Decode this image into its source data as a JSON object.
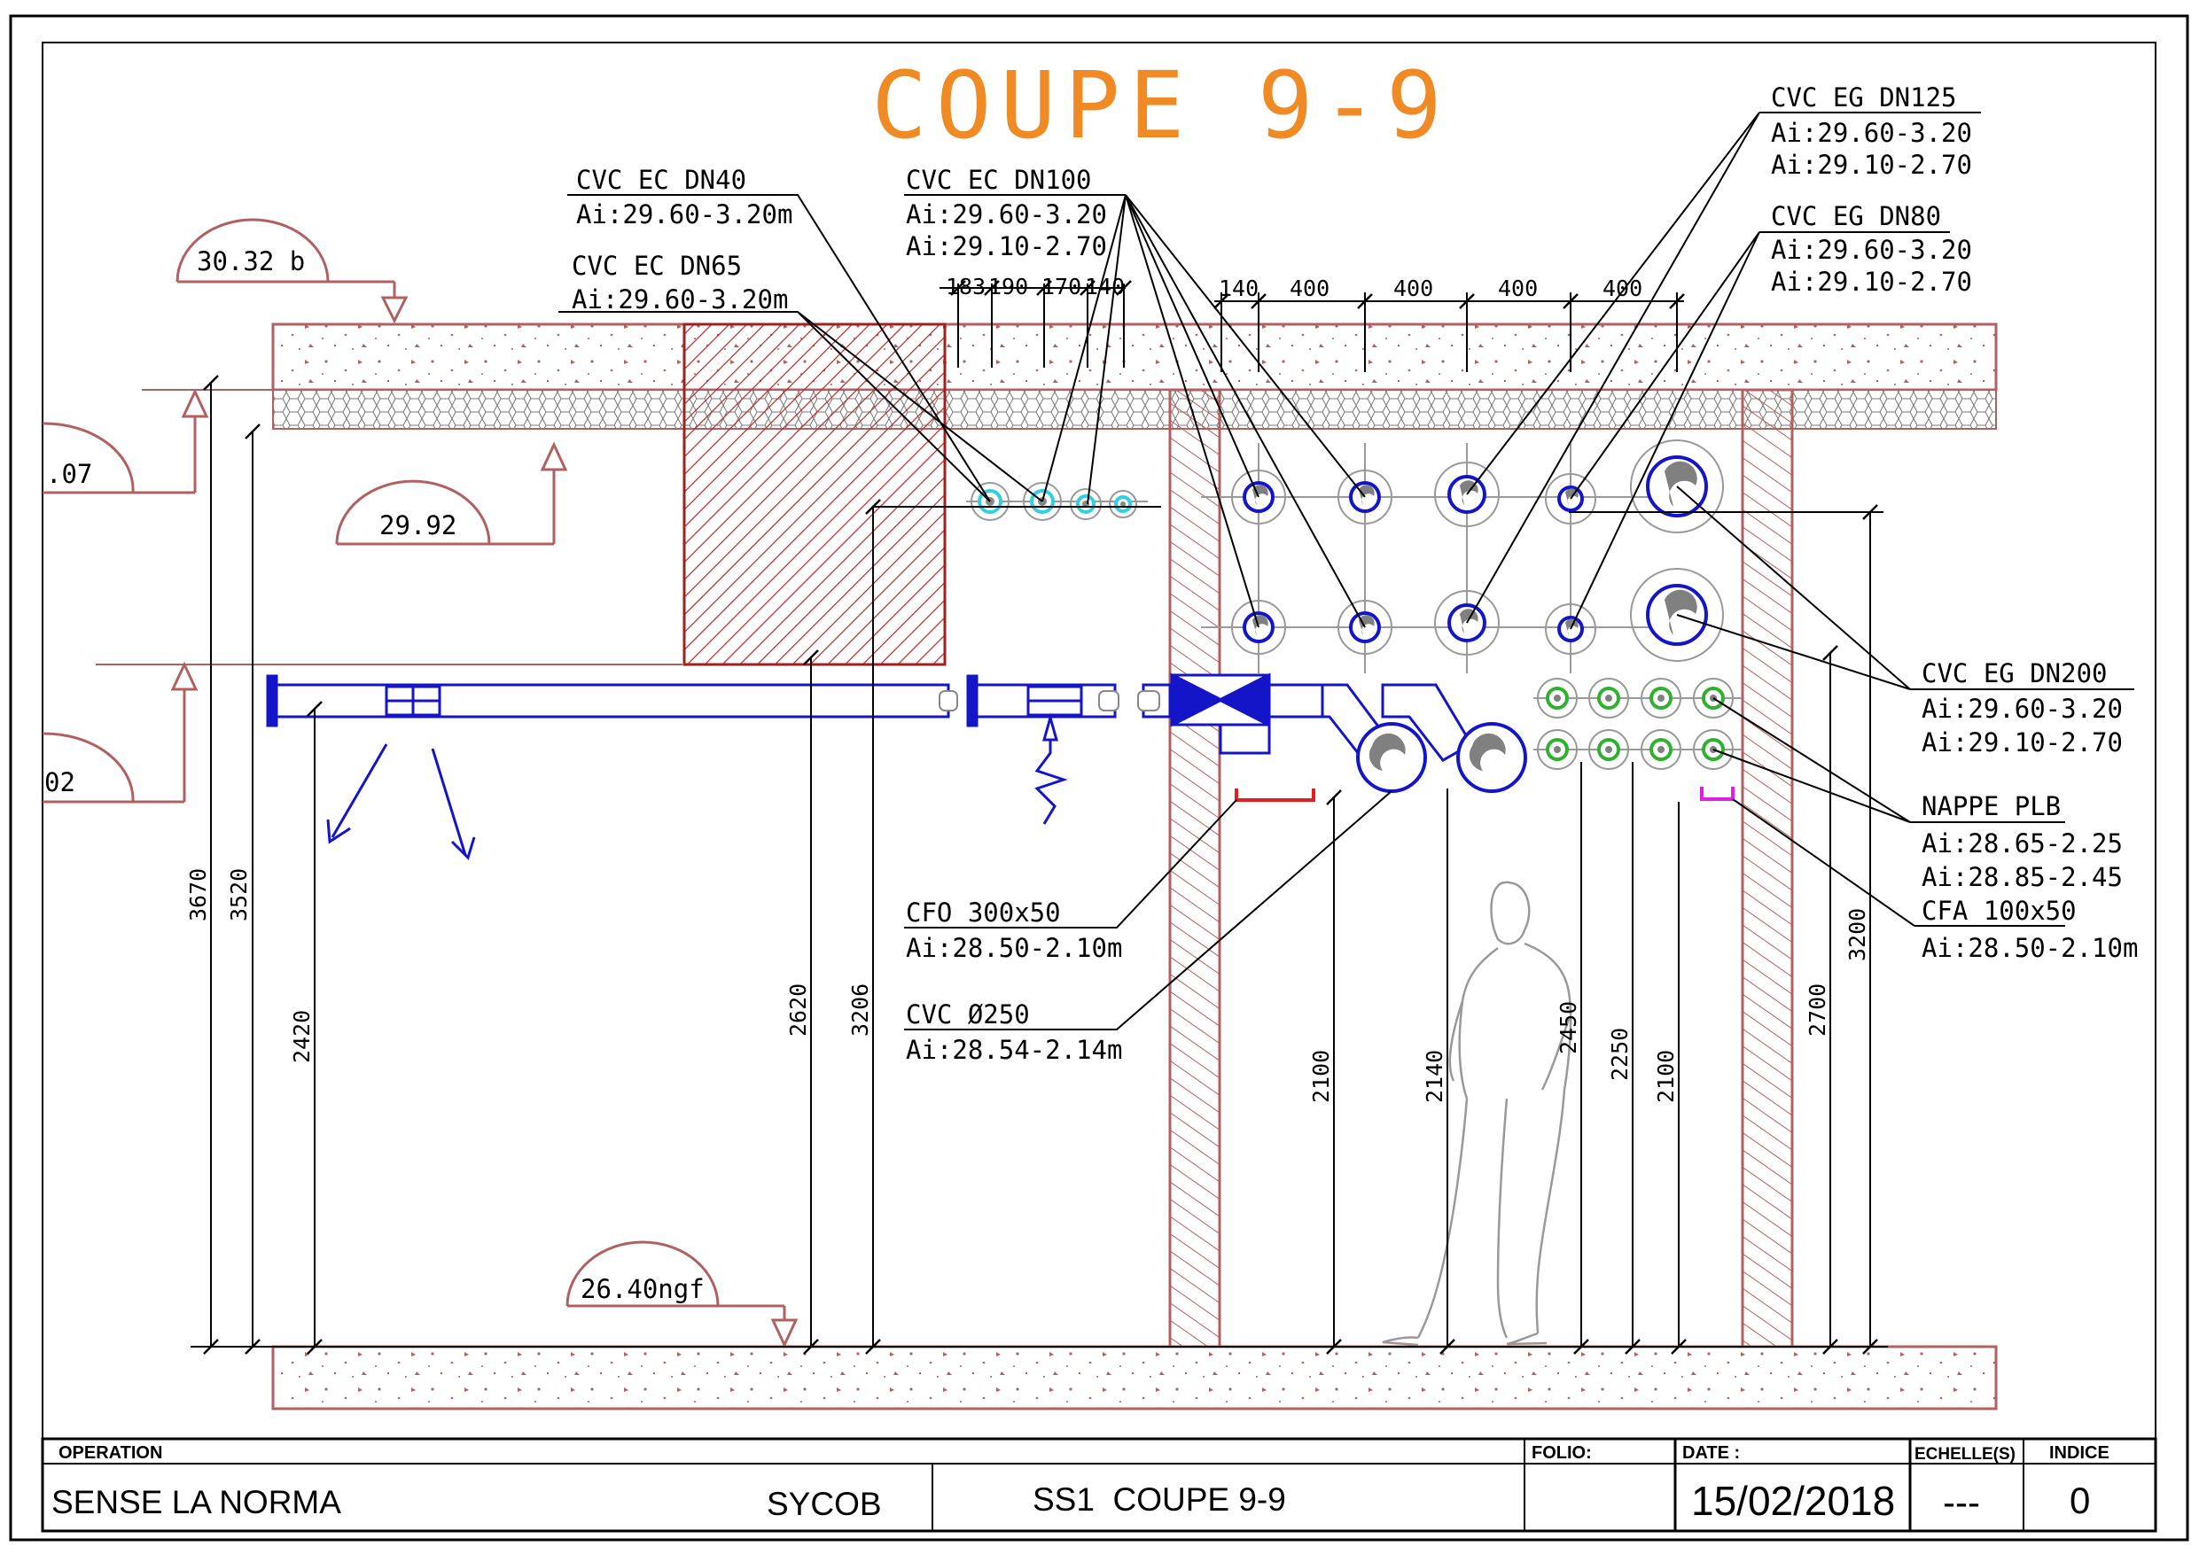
{
  "title": "COUPE 9-9",
  "colors": {
    "title": "#f08a24",
    "slab": "#b06060",
    "duct": "#1414c8",
    "cyan": "#30d0e0",
    "green": "#30b030",
    "black": "#000000"
  },
  "levels": {
    "top": "30.32 b",
    "left_upper": ".07",
    "mid": "29.92",
    "left_lower": "02",
    "floor": "26.40ngf"
  },
  "dimensions": {
    "top_left": [
      "183",
      "190",
      "170",
      "140"
    ],
    "top_right": [
      "140",
      "400",
      "400",
      "400",
      "400"
    ],
    "vertical": [
      "3670",
      "3520",
      "2420",
      "2620",
      "3206",
      "2100",
      "2140",
      "2450",
      "2250",
      "2100",
      "2700",
      "3200"
    ]
  },
  "labels": {
    "ec_dn40": {
      "name": "CVC EC DN40",
      "l1": "Ai:29.60-3.20m"
    },
    "ec_dn65": {
      "name": "CVC EC DN65",
      "l1": "Ai:29.60-3.20m"
    },
    "ec_dn100": {
      "name": "CVC EC DN100",
      "l1": "Ai:29.60-3.20",
      "l2": "Ai:29.10-2.70"
    },
    "eg_dn125": {
      "name": "CVC EG DN125",
      "l1": "Ai:29.60-3.20",
      "l2": "Ai:29.10-2.70"
    },
    "eg_dn80": {
      "name": "CVC EG DN80",
      "l1": "Ai:29.60-3.20",
      "l2": "Ai:29.10-2.70"
    },
    "eg_dn200": {
      "name": "CVC EG DN200",
      "l1": "Ai:29.60-3.20",
      "l2": "Ai:29.10-2.70"
    },
    "nappe": {
      "name": "NAPPE PLB",
      "l1": "Ai:28.65-2.25",
      "l2": "Ai:28.85-2.45"
    },
    "cfa": {
      "name": "CFA 100x50",
      "l1": "Ai:28.50-2.10m"
    },
    "cfo": {
      "name": "CFO 300x50",
      "l1": "Ai:28.50-2.10m"
    },
    "cvc250": {
      "name": "CVC Ø250",
      "l1": "Ai:28.54-2.14m"
    }
  },
  "titleblock": {
    "operation_label": "OPERATION",
    "operation": "SENSE LA NORMA",
    "company": "SYCOB",
    "drawing": "SS1  COUPE 9-9",
    "folio_label": "FOLIO:",
    "date_label": "DATE :",
    "date": "15/02/2018",
    "scale_label": "ECHELLE(S)",
    "scale": "---",
    "index_label": "INDICE",
    "index": "0"
  }
}
